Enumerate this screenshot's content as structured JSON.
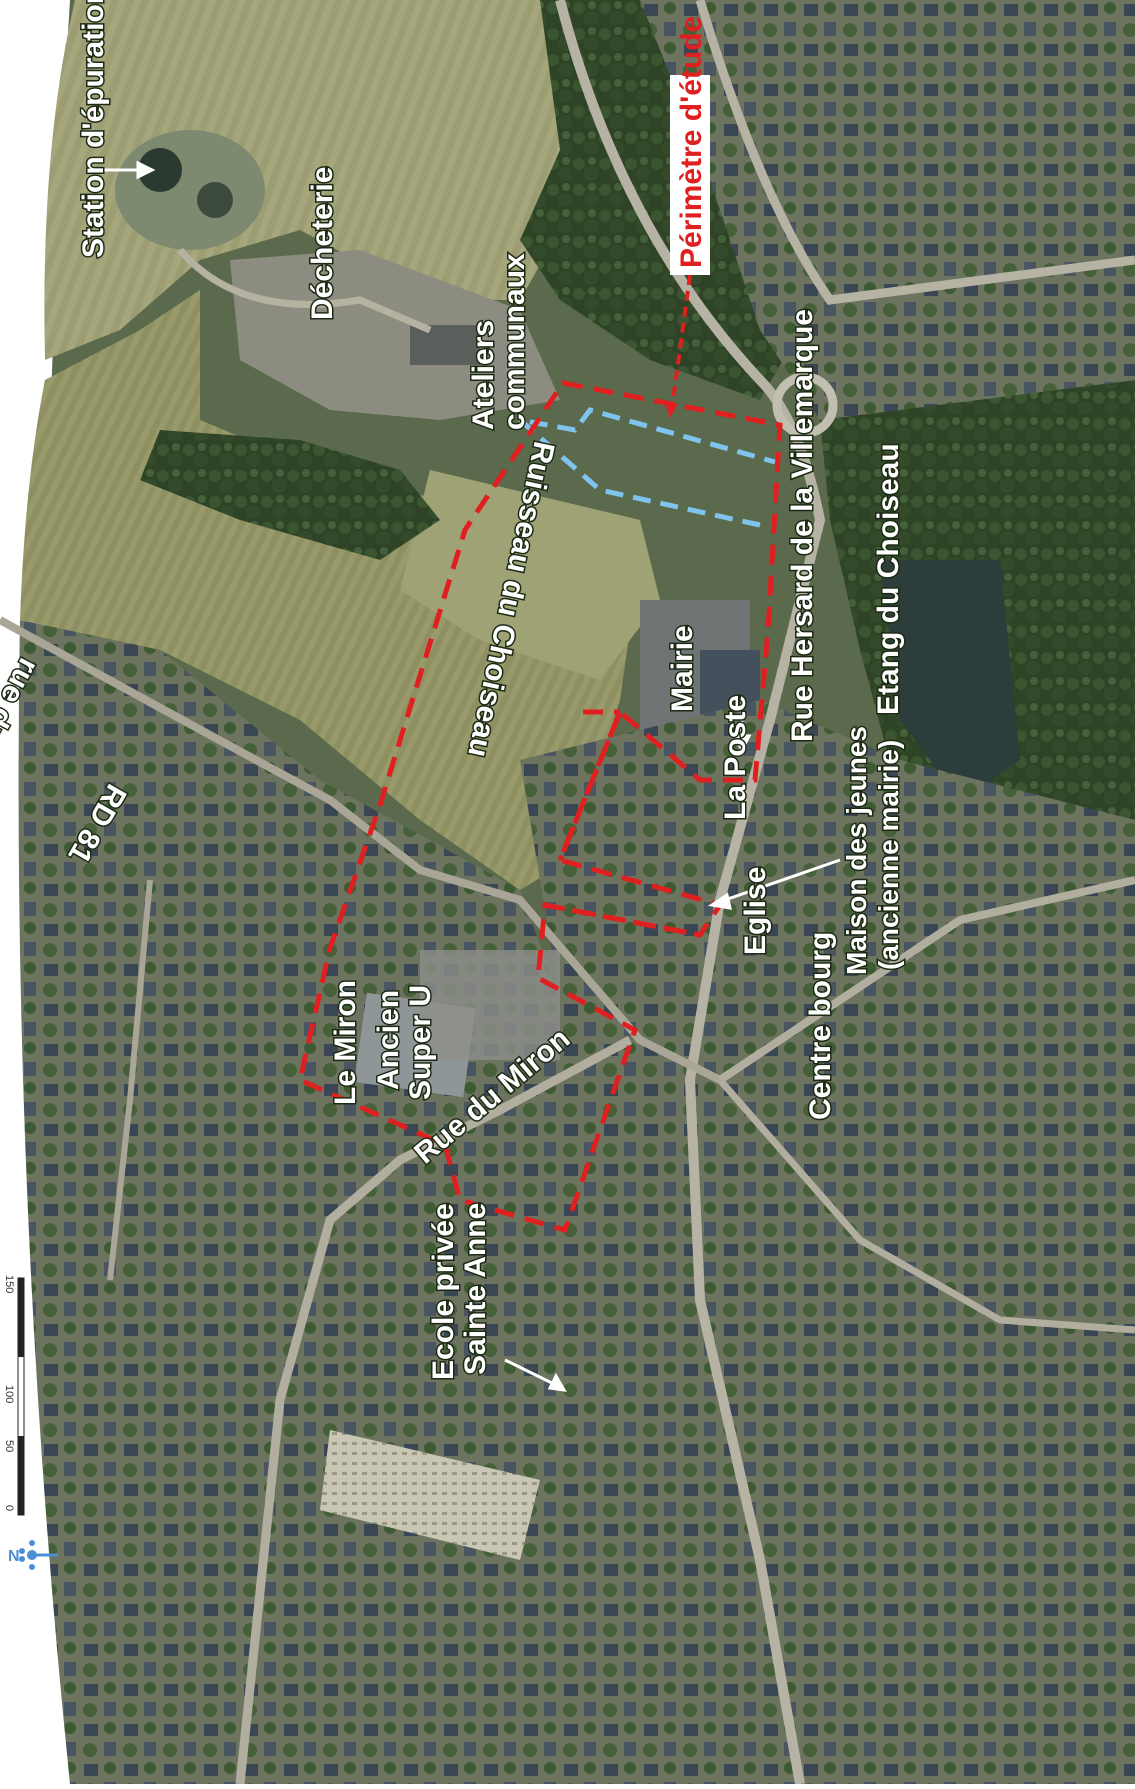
{
  "labels": {
    "station": "Station d'épuration",
    "decheterie": "Décheterie",
    "ateliers_line1": "Ateliers",
    "ateliers_line2": "communaux",
    "perimetre": "Périmètre d'étude",
    "ruisseau": "Ruisseau du Choiseau",
    "rue_hersard": "Rue Hersard de la Villemarque",
    "etang": "Etang du Choiseau",
    "mairie": "Mairie",
    "la_poste": "La Poste",
    "rd81_line1": "rue du Val de Gesvres",
    "rd81_line2": "RD 81",
    "maison_line1": "Maison des jeunes",
    "maison_line2": "(ancienne mairie)",
    "eglise": "Eglise",
    "centre_bourg": "Centre bourg",
    "le_miron": "Le Miron",
    "ancien_line1": "Ancien",
    "ancien_line2": "Super U",
    "rue_miron": "Rue du Miron",
    "ecole_line1": "Ecole privée",
    "ecole_line2": "Sainte Anne"
  },
  "scale_bar": {
    "ticks": [
      "0",
      "50",
      "100",
      "150"
    ]
  },
  "legend_icon": "north-arrow-icon",
  "colors": {
    "perimeter": "#e02020",
    "stream": "#7fc4ef",
    "label_text": "#ffffff",
    "perimeter_label_bg": "#ffffff"
  }
}
